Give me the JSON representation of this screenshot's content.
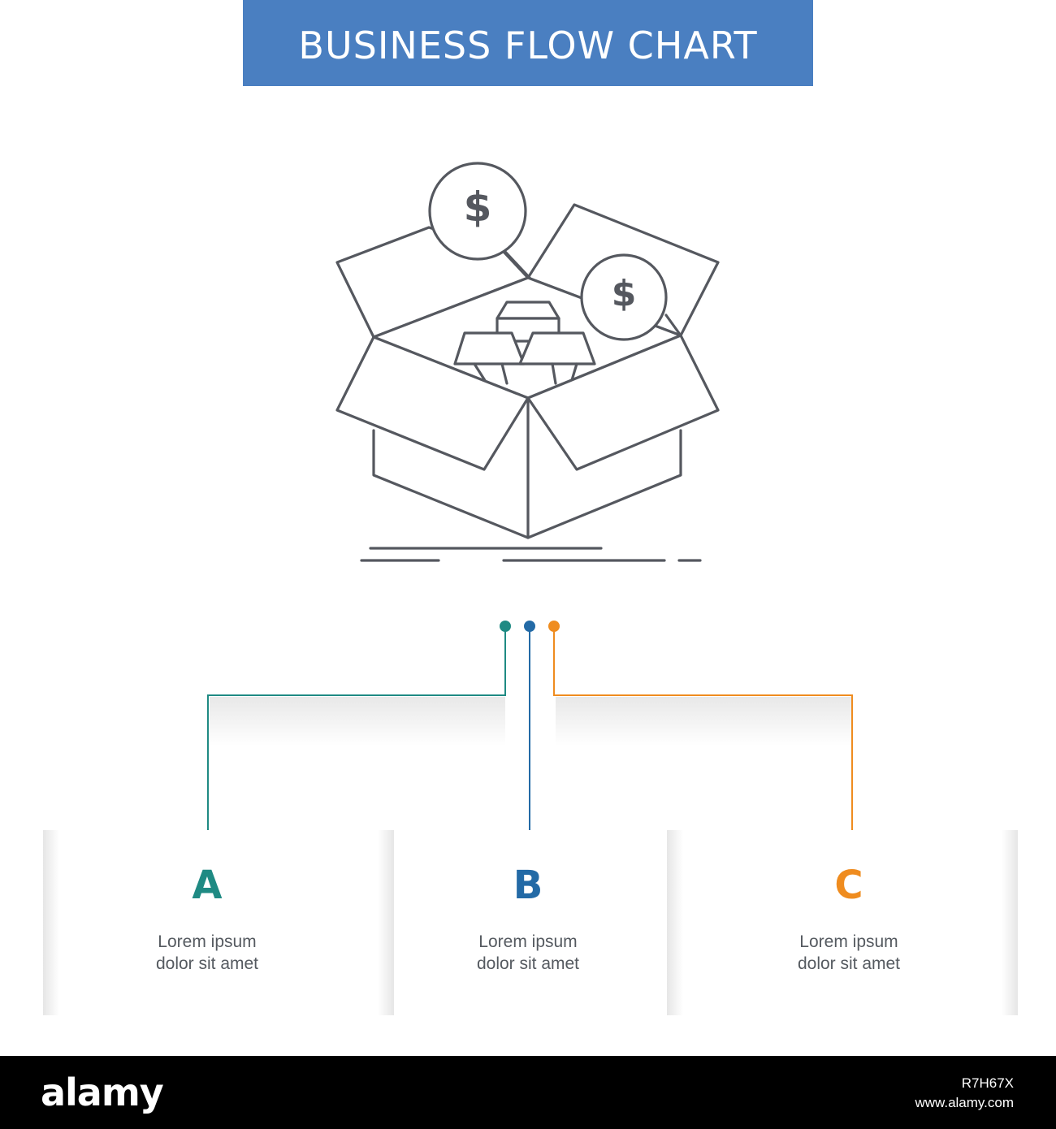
{
  "header": {
    "title": "BUSINESS FLOW CHART"
  },
  "illustration": {
    "icon": "open-box-with-gold-bars-and-dollar-coins-icon",
    "coin_symbol": "$"
  },
  "colors": {
    "banner": "#4a7fc1",
    "a": "#1f8a83",
    "b": "#236aa6",
    "c": "#ef8c1f",
    "icon_stroke": "#55585f"
  },
  "steps": [
    {
      "letter": "A",
      "line1": "Lorem ipsum",
      "line2": "dolor sit amet"
    },
    {
      "letter": "B",
      "line1": "Lorem ipsum",
      "line2": "dolor sit amet"
    },
    {
      "letter": "C",
      "line1": "Lorem ipsum",
      "line2": "dolor sit amet"
    }
  ],
  "footer": {
    "logo": "alamy",
    "image_id": "R7H67X",
    "site": "www.alamy.com"
  }
}
